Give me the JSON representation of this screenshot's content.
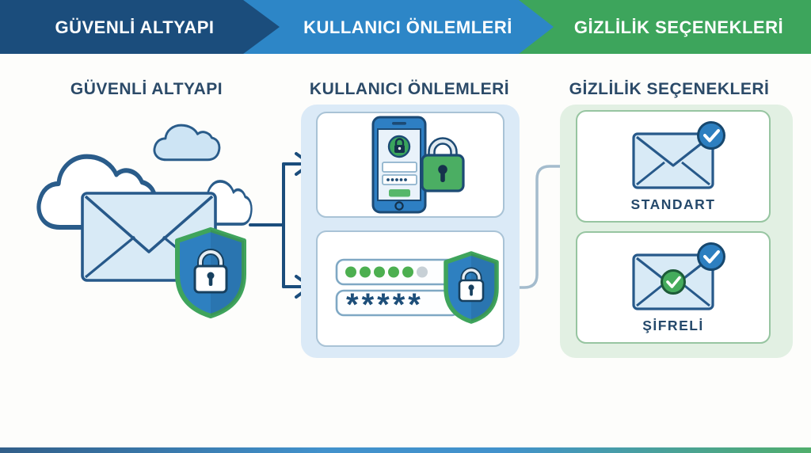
{
  "banner": {
    "steps": [
      {
        "label": "GÜVENLİ ALTYAPI",
        "color": "#1b4d7c"
      },
      {
        "label": "KULLANICI ÖNLEMLERİ",
        "color": "#2d86c7"
      },
      {
        "label": "GİZLİLİK SEÇENEKLERİ",
        "color": "#3da55c"
      }
    ]
  },
  "columns": {
    "infrastructure": {
      "heading": "GÜVENLİ ALTYAPI",
      "icons": [
        "cloud-icon",
        "envelope-icon",
        "shield-lock-icon"
      ]
    },
    "user_measures": {
      "heading": "KULLANICI ÖNLEMLERİ",
      "phone_card": {
        "icons": [
          "smartphone-icon",
          "lock-circle-icon",
          "padlock-icon"
        ],
        "screen_password_dots": 5
      },
      "password_card": {
        "icons": [
          "password-field-icon",
          "shield-lock-icon"
        ],
        "strength_dots_filled": 5,
        "strength_dots_empty": 1,
        "password_masked": "*****"
      }
    },
    "privacy_options": {
      "heading": "GİZLİLİK SEÇENEKLERİ",
      "options": [
        {
          "label": "STANDART",
          "icons": [
            "envelope-icon",
            "check-badge-blue-icon"
          ]
        },
        {
          "label": "ŞİFRELİ",
          "icons": [
            "envelope-icon",
            "check-badge-blue-icon",
            "check-badge-green-icon"
          ]
        }
      ]
    }
  },
  "colors": {
    "banner_dark_blue": "#1b4d7c",
    "banner_blue": "#2d86c7",
    "banner_green": "#3da55c",
    "heading_navy": "#2b4a68",
    "panel_blue_bg": "#dbeaf7",
    "panel_green_bg": "#e2f0e3",
    "card_border_blue": "#a9c3d6",
    "card_border_green": "#97c5a1",
    "outline_navy": "#27598a",
    "envelope_fill": "#d8eaf6",
    "shield_blue": "#2e80c0",
    "shield_border_green": "#3fa45c",
    "lock_green": "#4bae63",
    "dot_green": "#4caf50",
    "dot_gray": "#c7d0d6",
    "connector_gray": "#a4bccd"
  }
}
